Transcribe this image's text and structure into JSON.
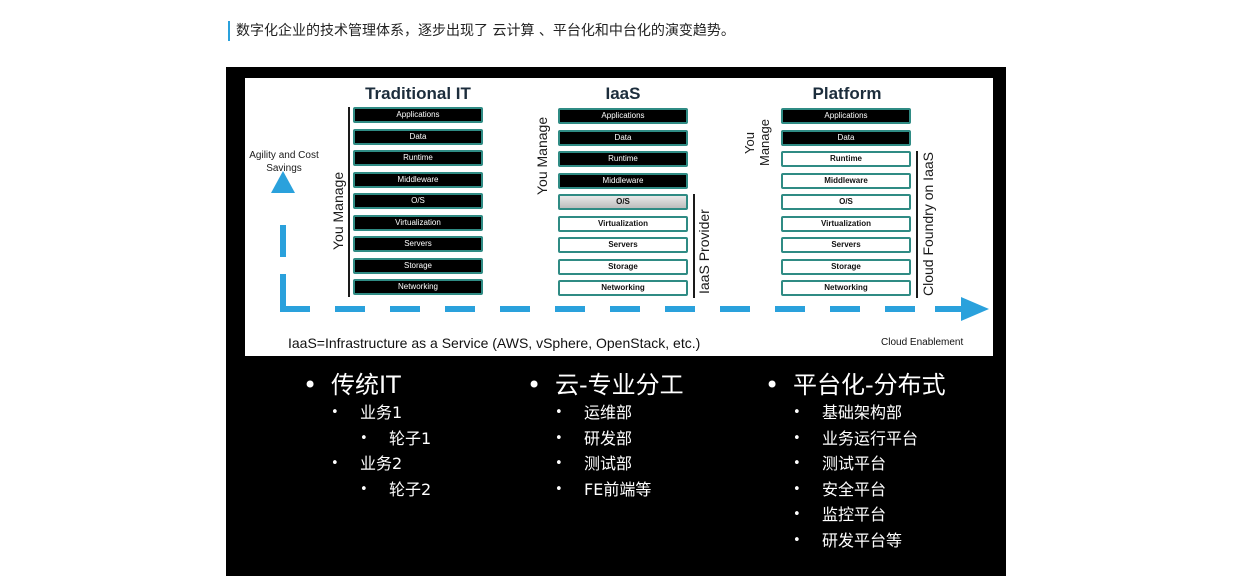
{
  "heading": "数字化企业的技术管理体系，逐步出现了 云计算 、平台化和中台化的演变趋势。",
  "diagram": {
    "columns": [
      {
        "title": "Traditional IT",
        "layers": [
          "Applications",
          "Data",
          "Runtime",
          "Middleware",
          "O/S",
          "Virtualization",
          "Servers",
          "Storage",
          "Networking"
        ],
        "managed_label": "You Manage"
      },
      {
        "title": "IaaS",
        "layers": [
          "Applications",
          "Data",
          "Runtime",
          "Middleware",
          "O/S",
          "Virtualization",
          "Servers",
          "Storage",
          "Networking"
        ],
        "managed_label": "You Manage",
        "provider_label": "IaaS Provider"
      },
      {
        "title": "Platform",
        "layers": [
          "Applications",
          "Data",
          "Runtime",
          "Middleware",
          "O/S",
          "Virtualization",
          "Servers",
          "Storage",
          "Networking"
        ],
        "managed_label": "You Manage",
        "provider_label": "Cloud Foundry on IaaS"
      }
    ],
    "y_axis_label": "Agility and Cost Savings",
    "x_axis_label": "Cloud Enablement",
    "footnote": "IaaS=Infrastructure as a Service (AWS, vSphere, OpenStack, etc.)",
    "accent_color": "#2aa1dc",
    "layer_border_color": "#2f8b84"
  },
  "bullets": [
    {
      "title": "传统IT",
      "items": [
        {
          "text": "业务1",
          "level": 1
        },
        {
          "text": "轮子1",
          "level": 2
        },
        {
          "text": "业务2",
          "level": 1
        },
        {
          "text": "轮子2",
          "level": 2
        }
      ]
    },
    {
      "title": "云-专业分工",
      "items": [
        {
          "text": "运维部",
          "level": 1
        },
        {
          "text": "研发部",
          "level": 1
        },
        {
          "text": "测试部",
          "level": 1
        },
        {
          "text": "FE前端等",
          "level": 1
        }
      ]
    },
    {
      "title": "平台化-分布式",
      "items": [
        {
          "text": "基础架构部",
          "level": 1
        },
        {
          "text": "业务运行平台",
          "level": 1
        },
        {
          "text": "测试平台",
          "level": 1
        },
        {
          "text": "安全平台",
          "level": 1
        },
        {
          "text": "监控平台",
          "level": 1
        },
        {
          "text": "研发平台等",
          "level": 1
        }
      ]
    }
  ]
}
